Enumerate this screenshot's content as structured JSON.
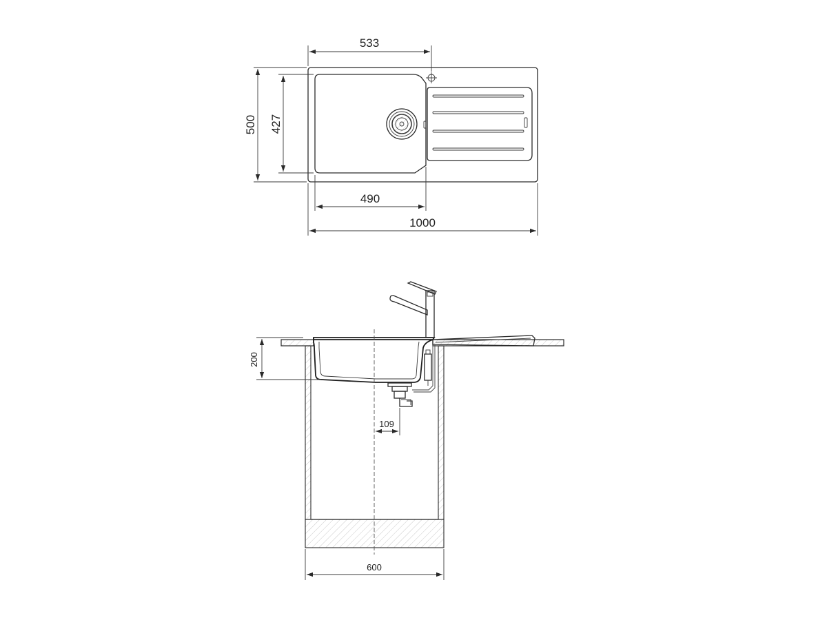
{
  "top_view": {
    "dimensions": {
      "bowl_center_offset": "533",
      "overall_depth": "500",
      "bowl_depth": "427",
      "bowl_width": "490",
      "overall_width": "1000"
    }
  },
  "side_view": {
    "dimensions": {
      "bowl_height": "200",
      "drain_offset": "109",
      "cabinet_width": "600"
    }
  }
}
